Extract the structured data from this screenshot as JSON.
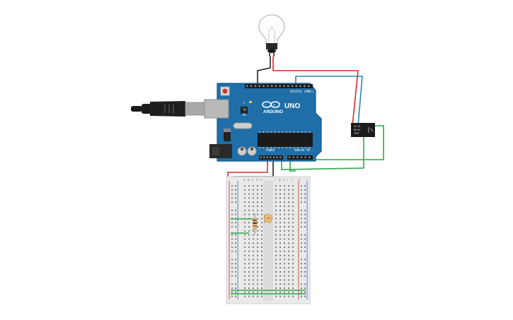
{
  "board": {
    "logo_text": "ARDUINO",
    "model_text": "UNO",
    "digital_header_label": "DIGITAL (PWM~)",
    "power_label": "POWER",
    "analog_label": "ANALOG IN",
    "digital_pins": [
      "AREF",
      "GND",
      "13",
      "12",
      "~11",
      "~10",
      "~9",
      "8",
      "7",
      "~6",
      "~5",
      "4",
      "~3",
      "2",
      "TX 1",
      "RX 0"
    ],
    "power_pins": [
      "IOREF",
      "RESET",
      "3.3V",
      "5V",
      "GND",
      "GND",
      "Vin"
    ],
    "analog_pins": [
      "A0",
      "A1",
      "A2",
      "A3",
      "A4",
      "A5"
    ],
    "led_labels": [
      "L",
      "TX",
      "RX"
    ],
    "on_label": "ON"
  },
  "relay": {
    "label_lines": [
      "5V DC",
      "RELAY",
      "SPDT"
    ]
  },
  "breadboard": {
    "column_letters_left": [
      "a",
      "b",
      "c",
      "d",
      "e"
    ],
    "column_letters_right": [
      "f",
      "g",
      "h",
      "i",
      "j"
    ],
    "rail_signs": [
      "+",
      "-"
    ]
  },
  "colors": {
    "board": "#1f6ea8",
    "board_edge": "#17598a",
    "wire_red": "#d42b2b",
    "wire_black": "#222222",
    "wire_blue": "#2a86b8",
    "wire_green": "#2ea84a",
    "breadboard": "#e9e9e9",
    "relay": "#1b1b1b"
  }
}
